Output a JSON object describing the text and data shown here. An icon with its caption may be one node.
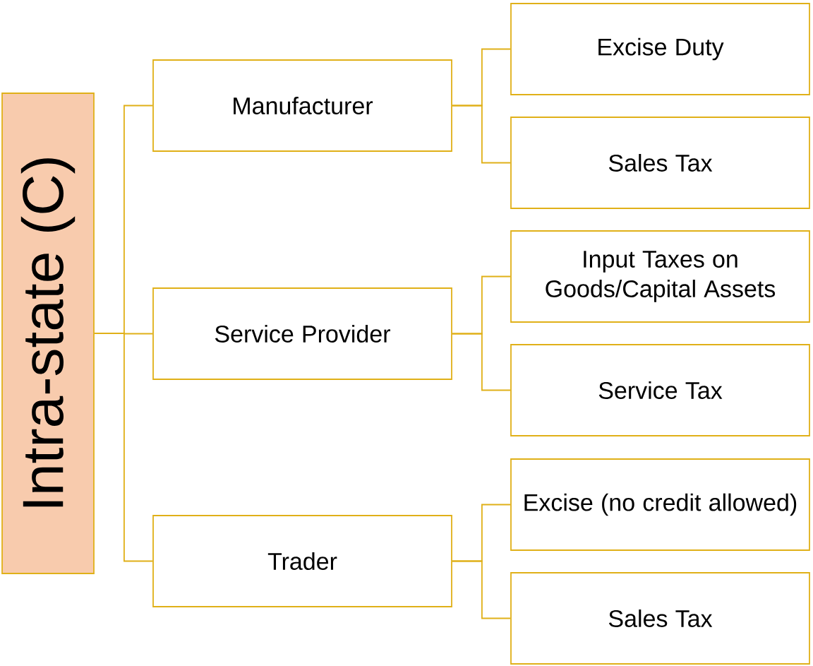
{
  "diagram": {
    "nodes": [
      {
        "text": [
          "Intra-state (C)"
        ]
      },
      {
        "text": [
          "Manufacturer"
        ]
      },
      {
        "text": [
          "Excise Duty"
        ]
      },
      {
        "text": [
          "Sales Tax"
        ]
      },
      {
        "text": [
          "Service Provider"
        ]
      },
      {
        "text": [
          "Input Taxes on Goods/Capital Assets"
        ]
      },
      {
        "text": [
          "Service Tax"
        ]
      },
      {
        "text": [
          "Trader"
        ]
      },
      {
        "text": [
          "Excise (no credit allowed)"
        ]
      },
      {
        "text": [
          "Sales Tax"
        ]
      }
    ],
    "edges": [
      {
        "from": 0,
        "to": 1,
        "arrow": "none"
      },
      {
        "from": 0,
        "to": 4,
        "arrow": "none"
      },
      {
        "from": 0,
        "to": 7,
        "arrow": "none"
      },
      {
        "from": 1,
        "to": 2,
        "arrow": "none"
      },
      {
        "from": 1,
        "to": 3,
        "arrow": "none"
      },
      {
        "from": 4,
        "to": 5,
        "arrow": "none"
      },
      {
        "from": 4,
        "to": 6,
        "arrow": "none"
      },
      {
        "from": 7,
        "to": 8,
        "arrow": "none"
      },
      {
        "from": 7,
        "to": 9,
        "arrow": "none"
      }
    ]
  }
}
